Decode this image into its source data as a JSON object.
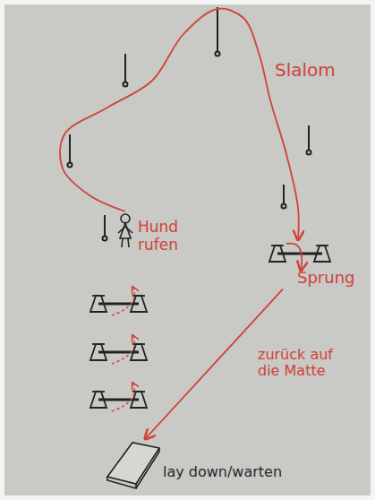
{
  "diagram": {
    "nodes": [
      {
        "text": [
          "Hund rufen"
        ]
      },
      {
        "text": [
          "Sprung"
        ]
      },
      {
        "text": [
          "lay down/warten"
        ]
      }
    ],
    "edges": [
      {
        "from": 0,
        "to": 1,
        "arrow": "to",
        "label": "Slalom"
      },
      {
        "from": 1,
        "to": 2,
        "arrow": "to",
        "label": "zurück auf die Matte"
      }
    ]
  }
}
